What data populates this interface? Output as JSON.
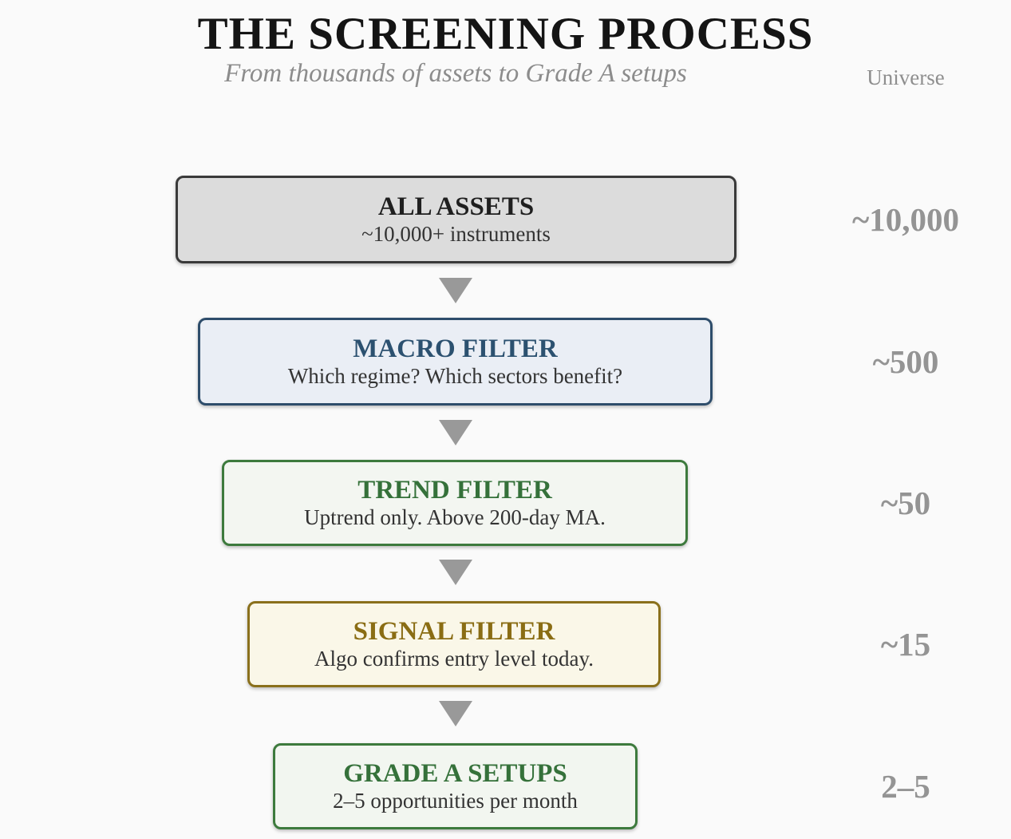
{
  "page": {
    "title": "THE SCREENING PROCESS",
    "subtitle": "From thousands of assets to Grade A setups",
    "universe_label": "Universe"
  },
  "funnel": {
    "steps": [
      {
        "title": "ALL ASSETS",
        "description": "~10,000+ instruments",
        "count": "~10,000",
        "bg_color": "#dcdcdc",
        "border_color": "#3a3a3a",
        "title_color": "#1f1f1f"
      },
      {
        "title": "MACRO FILTER",
        "description": "Which regime? Which sectors benefit?",
        "count": "~500",
        "bg_color": "#eaeef5",
        "border_color": "#2e4d6b",
        "title_color": "#2c5170"
      },
      {
        "title": "TREND FILTER",
        "description": "Uptrend only. Above 200-day MA.",
        "count": "~50",
        "bg_color": "#f3f6f1",
        "border_color": "#3d7a3d",
        "title_color": "#35713a"
      },
      {
        "title": "SIGNAL FILTER",
        "description": "Algo confirms entry level today.",
        "count": "~15",
        "bg_color": "#faf7e8",
        "border_color": "#8a701c",
        "title_color": "#8a6d14"
      },
      {
        "title": "GRADE A SETUPS",
        "description": "2–5 opportunities per month",
        "count": "2–5",
        "bg_color": "#f2f6f0",
        "border_color": "#3d7a3d",
        "title_color": "#35713a"
      }
    ]
  },
  "colors": {
    "background": "#fafafa",
    "arrow": "#999999",
    "count_text": "#949494",
    "muted_text": "#8c8c8c"
  }
}
